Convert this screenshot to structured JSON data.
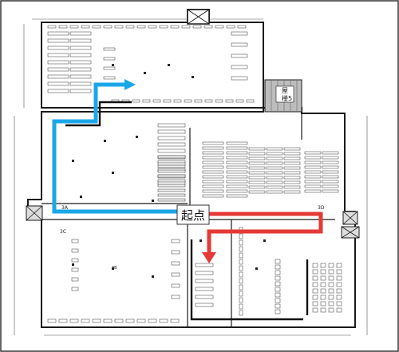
{
  "map": {
    "start_label": "起点",
    "zone_labels": {
      "zone_3a": "3A",
      "zone_3c": "3C",
      "zone_3d": "3D",
      "zone_3b": "3B"
    },
    "stair_label": "屋\n楼5",
    "route_colors": {
      "blue": "#1aa7e8",
      "red": "#e53935",
      "wall": "#1a1a1a"
    }
  }
}
